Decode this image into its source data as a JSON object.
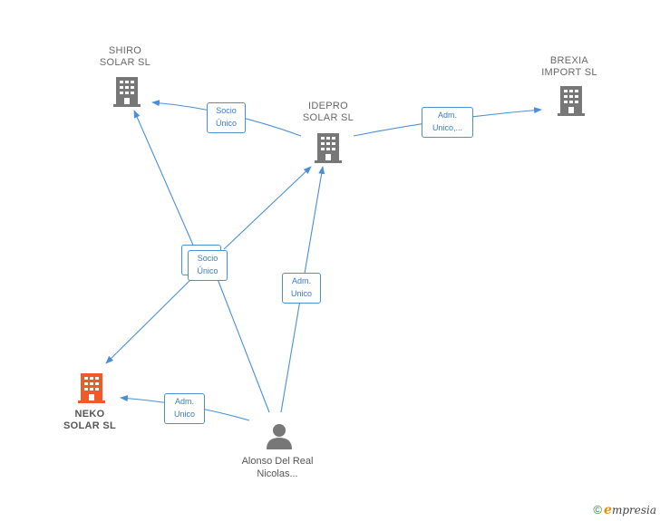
{
  "nodes": {
    "shiro": {
      "label": "SHIRO\nSOLAR  SL",
      "icon": "building-icon",
      "color": "#777777"
    },
    "idepro": {
      "label": "IDEPRO\nSOLAR  SL",
      "icon": "building-icon",
      "color": "#777777"
    },
    "brexia": {
      "label": "BREXIA\nIMPORT  SL",
      "icon": "building-icon",
      "color": "#777777"
    },
    "neko": {
      "label": "NEKO\nSOLAR  SL",
      "icon": "building-icon",
      "color": "#f05a28"
    },
    "person": {
      "label": "Alonso Del\nReal\nNicolas...",
      "icon": "person-icon",
      "color": "#777777"
    }
  },
  "edges": {
    "idepro_shiro": "Socio\nÚnico",
    "idepro_brexia": "Adm.\nUnico,...",
    "neko_shiro_idepro": "Socio\nÚnico",
    "person_idepro": "Adm.\nUnico",
    "person_neko": "Adm.\nUnico"
  },
  "colors": {
    "edge": "#4a8fd6",
    "accent": "#f05a28"
  },
  "footer": {
    "copyright": "©",
    "brand_initial": "e",
    "brand_rest": "mpresia"
  }
}
